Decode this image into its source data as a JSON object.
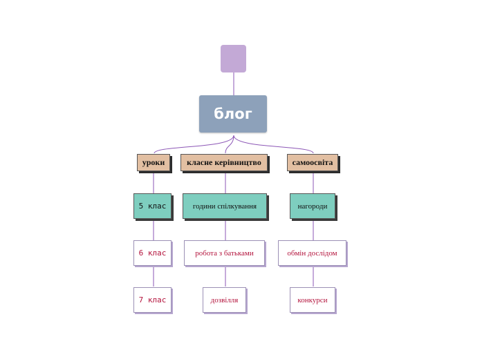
{
  "diagram": {
    "root_label": "",
    "main_label": "блог",
    "categories": [
      {
        "label": "уроки",
        "items": [
          "5 клас",
          "6 клас",
          "7 клас"
        ]
      },
      {
        "label": "класне керівництво",
        "items": [
          "години спілкування",
          "робота з батьками",
          "дозвілля"
        ]
      },
      {
        "label": "самоосвіта",
        "items": [
          "нагороди",
          "обмін дослідом",
          "конкурси"
        ]
      }
    ]
  },
  "colors": {
    "root_box": "#c3a9d6",
    "main_box": "#8da1ba",
    "category_box": "#e2bfa2",
    "first_level_box": "#7ecebf",
    "leaf_text": "#b3123b",
    "connector": "#8b55b5"
  }
}
